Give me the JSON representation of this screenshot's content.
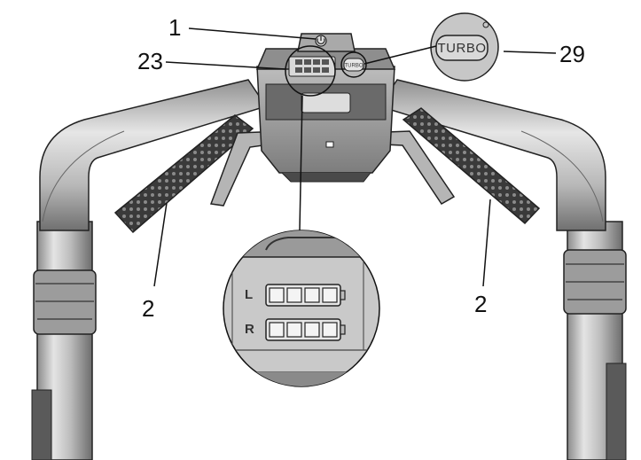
{
  "callouts": {
    "power_button": "1",
    "battery_display": "23",
    "turbo_button": "29",
    "handle_left": "2",
    "handle_right": "2"
  },
  "magnified": {
    "row_left_letter": "L",
    "row_right_letter": "R",
    "row_left_battery_bars": 4,
    "row_right_battery_bars": 4
  },
  "turbo": {
    "label": "TURBO",
    "panel_label": "TURBO"
  },
  "colors": {
    "line": "#111111",
    "metal_light": "#d9d9d9",
    "metal_mid": "#a8a8a8",
    "metal_dark": "#555555",
    "plastic_dark": "#2b2b2b"
  }
}
